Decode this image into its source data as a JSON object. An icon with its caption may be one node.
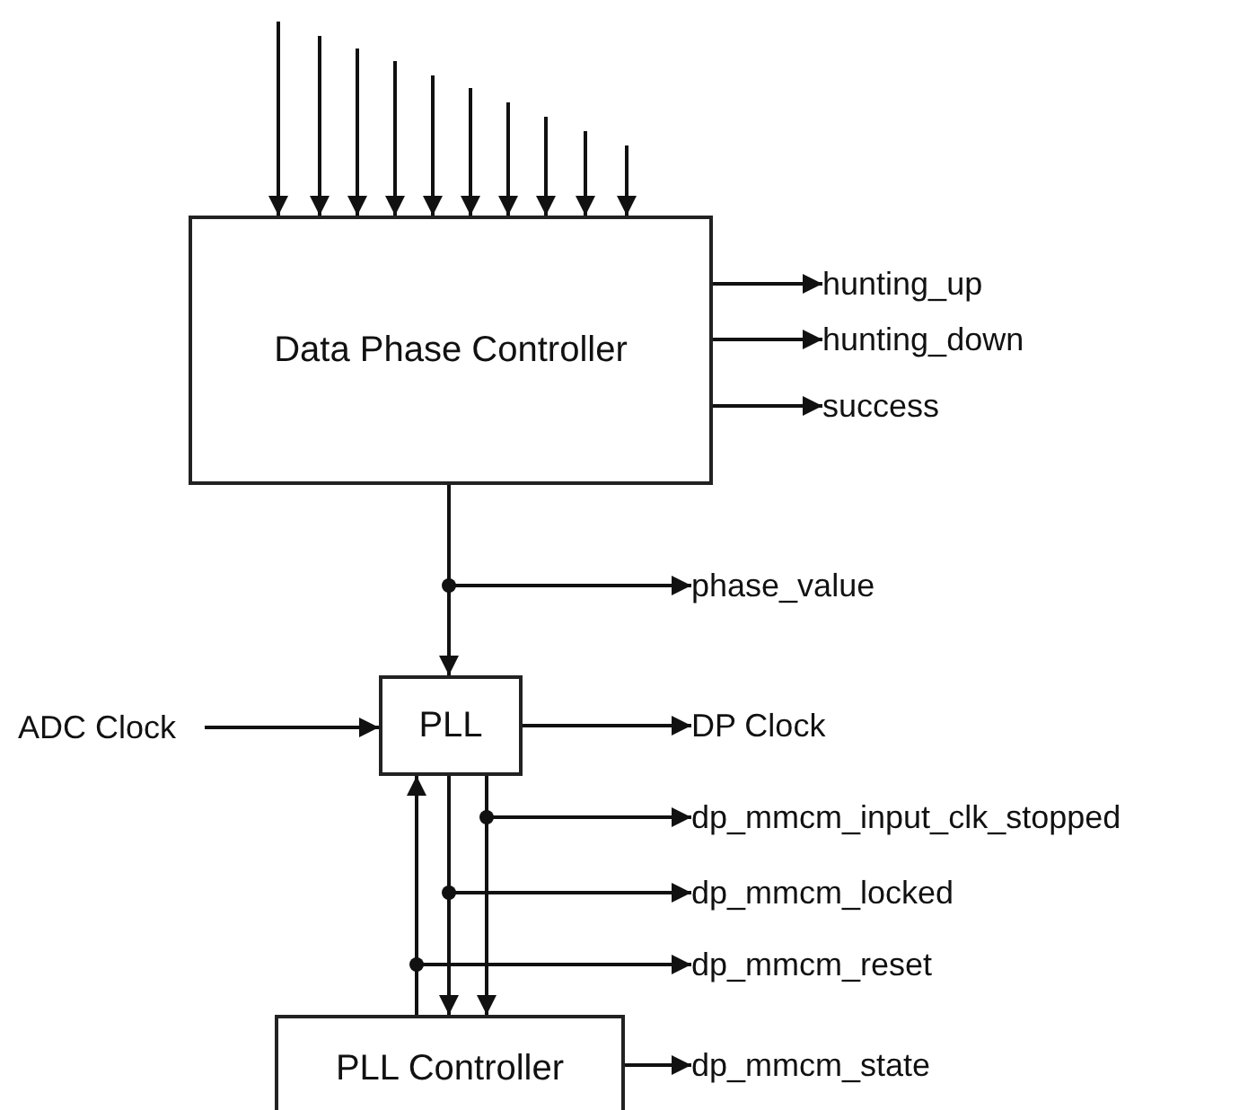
{
  "diagram": {
    "nodes": [
      {
        "text": [
          "Data Phase Controller"
        ]
      },
      {
        "text": [
          "PLL"
        ]
      },
      {
        "text": [
          "PLL Controller"
        ]
      },
      {
        "text": [
          "hunting_up"
        ]
      },
      {
        "text": [
          "hunting_down"
        ]
      },
      {
        "text": [
          "success"
        ]
      },
      {
        "text": [
          "phase_value"
        ]
      },
      {
        "text": [
          "ADC Clock"
        ]
      },
      {
        "text": [
          "DP Clock"
        ]
      },
      {
        "text": [
          "dp_mmcm_input_clk_stopped"
        ]
      },
      {
        "text": [
          "dp_mmcm_locked"
        ]
      },
      {
        "text": [
          "dp_mmcm_reset"
        ]
      },
      {
        "text": [
          "dp_mmcm_state"
        ]
      }
    ],
    "edges": [
      {
        "from": null,
        "to": 0,
        "arrow": "to"
      },
      {
        "from": null,
        "to": 0,
        "arrow": "to"
      },
      {
        "from": null,
        "to": 0,
        "arrow": "to"
      },
      {
        "from": null,
        "to": 0,
        "arrow": "to"
      },
      {
        "from": null,
        "to": 0,
        "arrow": "to"
      },
      {
        "from": null,
        "to": 0,
        "arrow": "to"
      },
      {
        "from": null,
        "to": 0,
        "arrow": "to"
      },
      {
        "from": null,
        "to": 0,
        "arrow": "to"
      },
      {
        "from": null,
        "to": 0,
        "arrow": "to"
      },
      {
        "from": null,
        "to": 0,
        "arrow": "to"
      },
      {
        "from": 0,
        "to": 3,
        "arrow": "to"
      },
      {
        "from": 0,
        "to": 4,
        "arrow": "to"
      },
      {
        "from": 0,
        "to": 5,
        "arrow": "to"
      },
      {
        "from": 0,
        "to": 1,
        "arrow": "to"
      },
      {
        "from": 0,
        "to": 6,
        "arrow": "to"
      },
      {
        "from": 7,
        "to": 1,
        "arrow": "to"
      },
      {
        "from": 1,
        "to": 8,
        "arrow": "to"
      },
      {
        "from": 1,
        "to": 2,
        "arrow": "to"
      },
      {
        "from": 1,
        "to": 2,
        "arrow": "to"
      },
      {
        "from": 1,
        "to": 9,
        "arrow": "to"
      },
      {
        "from": 1,
        "to": 10,
        "arrow": "to"
      },
      {
        "from": 2,
        "to": 1,
        "arrow": "to"
      },
      {
        "from": 2,
        "to": 11,
        "arrow": "to"
      },
      {
        "from": 2,
        "to": 12,
        "arrow": "to"
      }
    ]
  }
}
